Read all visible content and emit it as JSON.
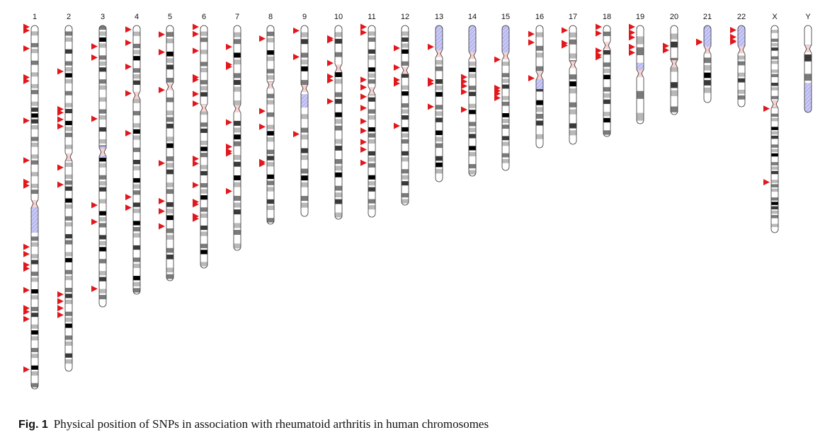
{
  "figure": {
    "label": "Fig. 1",
    "caption": "Physical position of SNPs in association with rheumatoid arthritis in human chromosomes"
  },
  "colors": {
    "marker": "#e2171c",
    "centromere": "#f7d2d2",
    "stalk": "#8a8ae0",
    "band_black": "#000000",
    "band_dark": "#3a3a3a",
    "band_mid": "#7a7a7a",
    "band_light": "#b8b8b8",
    "outline": "#333333"
  },
  "chromosomes": [
    {
      "name": "1",
      "bands": "0 1 0 2 1 0 2 0 1 0 1 2 0 1 3 4 3 1 0 2 1 0 1 2 0 1 0 1 2 0 1 0 5 5 1 0 2 1 0 1 3 0 2 1 0 4 1 0 2 3 0 1 4 1 0 2 1 0 4 1 0 2",
      "snps": [
        0,
        1,
        6,
        14,
        15,
        26,
        37,
        43,
        44,
        61,
        63,
        66,
        67,
        73,
        78,
        79,
        81,
        95
      ]
    },
    {
      "name": "2",
      "bands": "0 2 1 0 3 0 2 1 4 1 0 2 0 1 3 0 4 1 2 0 1 0 2 1 0 1 2 3 0 4 1 0 2 1 0 3 2 0 1 4 0 2 1 0 2 3 1 0 2 1 4 0 2 1 0 3 1 0",
      "snps": [
        13,
        24,
        25,
        27,
        29,
        41,
        46,
        78,
        80,
        82,
        84
      ]
    },
    {
      "name": "3",
      "bands": "2 1 4 1 0 2 1 3 0 2 1 0 1 0 2 1 0 3 0 1 2 0 4 1 0 2 1 3 0 1 0 4 1 2 0 3 1 4 0 2 0 1 3 0 1 2 0",
      "snps": [
        7,
        11,
        33,
        64,
        70,
        94
      ]
    },
    {
      "name": "4",
      "bands": "0 1 0 2 1 4 0 2 1 3 0 2 1 0 2 0 1 4 1 0 2 0 3 1 0 4 1 2 0 3 1 0 4 2 1 0 3 0 2 1 0 4 1 2",
      "snps": [
        1,
        6,
        15,
        25,
        40,
        64,
        68
      ]
    },
    {
      "name": "5",
      "bands": "0 2 1 0 4 1 3 0 2 1 0 2 0 1 2 3 0 1 4 0 2 1 3 0 1 2 0 3 1 4 0 2 1 0 2 3 0 1 2",
      "snps": [
        3,
        10,
        25,
        54,
        69,
        73,
        79
      ]
    },
    {
      "name": "6",
      "bands": "0 1 2 0 1 0 2 1 0 2 1 3 0 4 1 0 2 3 0 1 4 2 0 1 3 0 2 1 4 0 2 1 0 3 1 0 2 4 0 1",
      "snps": [
        0,
        3,
        10,
        21,
        22,
        28,
        32,
        55,
        57,
        66,
        73,
        74,
        79,
        80
      ]
    },
    {
      "name": "7",
      "bands": "0 1 2 0 4 1 0 2 3 1 0 1 2 0 3 1 4 2 0 1 3 0 4 1 0 2 1 3 0 1 2 0 1",
      "snps": [
        9,
        17,
        18,
        43,
        54,
        56,
        57,
        74
      ]
    },
    {
      "name": "8",
      "bands": "0 2 1 0 4 1 0 2 1 3 0 2 1 0 2 0 1 4 1 0 2 3 1 0 4 2 1 0 3 1 0 2",
      "snps": [
        6,
        43,
        51,
        69,
        70
      ]
    },
    {
      "name": "9",
      "bands": "0 1 3 0 2 1 4 0 2 1 0 1 0 1 0 2 1 0 3 1 0 2 4 1 0 2 1 0",
      "snps": [
        2,
        16,
        57
      ]
    },
    {
      "name": "10",
      "bands": "0 1 3 0 2 0 1 4 1 0 2 3 0 4 1 2 0 1 3 0 2 1 4 0 2 1 3 0 1",
      "snps": [
        6,
        7,
        19,
        26,
        28,
        39
      ]
    },
    {
      "name": "11",
      "bands": "0 1 2 0 3 1 0 4 1 2 0 1 3 0 2 1 0 4 2 1 0 3 1 2 0 4 1 3 0 2 1 0",
      "snps": [
        0,
        3,
        28,
        32,
        37,
        43,
        50,
        55,
        61,
        65,
        72
      ]
    },
    {
      "name": "12",
      "bands": "0 1 3 1 4 0 2 1 3 0 1 4 0 2 1 3 0 4 1 2 0 3 1 0 2 1 3 0 2 1",
      "snps": [
        12,
        23,
        30,
        32,
        56
      ]
    },
    {
      "name": "13",
      "bands": "0 1 2 0 3 1 4 0 2 1 3 0 4 1 2 0 3 4 1 0",
      "snps": [
        13,
        35,
        37,
        52
      ]
    },
    {
      "name": "14",
      "bands": "0 1 4 1 0 2 3 0 1 4 0 2 1 3 0 4 1 0 2 1",
      "snps": [
        34,
        37,
        40,
        44,
        56
      ]
    },
    {
      "name": "15",
      "bands": "0 1 0 2 1 3 0 1 2 0 4 1 2 0 3 1 0 2 1 0",
      "snps": [
        23,
        43,
        45,
        47,
        50
      ]
    },
    {
      "name": "16",
      "bands": "0 1 0 2 1 0 2 0 1 3 0 4 1 2 3 0 1 0",
      "snps": [
        6,
        13,
        43
      ]
    },
    {
      "name": "17",
      "bands": "0 1 2 0 1 3 0 2 4 1 0 2 1 0 3 1 0",
      "snps": [
        3,
        14,
        16
      ]
    },
    {
      "name": "18",
      "bands": "0 2 0 1 3 0 2 1 4 0 2 1 3 0 1 4 0 2",
      "snps": [
        0,
        6,
        22,
        26,
        28
      ]
    },
    {
      "name": "19",
      "bands": "0 1 2 0 1 0 2 0 1",
      "snps": [
        0,
        6,
        11,
        21,
        27
      ]
    },
    {
      "name": "20",
      "bands": "0 1 3 0 2 1 0 3 1 0 2",
      "snps": [
        22,
        27
      ]
    },
    {
      "name": "21",
      "bands": "0 2 1 4 3 1 0",
      "snps": [
        20,
        21
      ]
    },
    {
      "name": "22",
      "bands": "0 1 2 0 1 3 0 1 2 0",
      "snps": [
        4,
        13,
        18,
        19
      ]
    },
    {
      "name": "X",
      "bands": "0 1 0 2 1 3 0 2 1 0 1 2 0 3 1 0 2 1 3 0 2 1 0 4 1 3 0 2 1 4 0 2 1 3 0 1 2 1 0 2 4 3 1 2 0 1 0",
      "snps": [
        40,
        76
      ]
    },
    {
      "name": "Y",
      "bands": "0 0 1 3 0 2 0 0 0",
      "snps": []
    }
  ]
}
